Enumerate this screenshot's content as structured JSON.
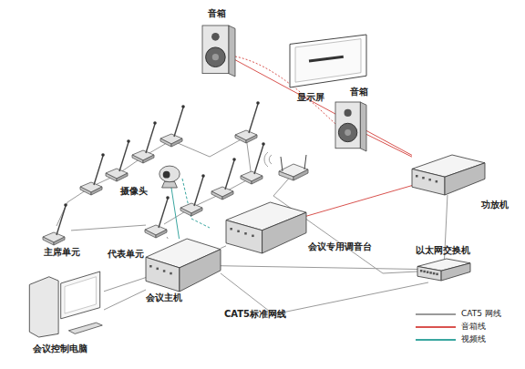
{
  "diagram": {
    "nodes": [
      {
        "text": [
          "音箱"
        ]
      },
      {
        "text": [
          "显示屏"
        ]
      },
      {
        "text": [
          "音箱"
        ]
      },
      {
        "text": [
          "功放机"
        ]
      },
      {
        "text": [
          "摄像头"
        ]
      },
      {
        "text": [
          "会议专用调音台"
        ]
      },
      {
        "text": [
          "以太网交换机"
        ]
      },
      {
        "text": [
          "主席单元"
        ]
      },
      {
        "text": [
          "代表单元"
        ]
      },
      {
        "text": [
          "会议主机"
        ]
      },
      {
        "text": [
          "会议控制电脑"
        ]
      }
    ],
    "edges": [
      {
        "from": 3,
        "to": 0,
        "arrow": "none"
      },
      {
        "from": 3,
        "to": 2,
        "arrow": "none"
      },
      {
        "from": 5,
        "to": 3,
        "arrow": "none"
      },
      {
        "from": 9,
        "to": 5,
        "arrow": "none"
      },
      {
        "from": 9,
        "to": 6,
        "arrow": "none"
      },
      {
        "from": 10,
        "to": 9,
        "arrow": "none"
      },
      {
        "from": 8,
        "to": 9,
        "arrow": "none"
      },
      {
        "from": 7,
        "to": 8,
        "arrow": "none"
      },
      {
        "from": 4,
        "to": 9,
        "arrow": "none"
      },
      {
        "from": 6,
        "to": 3,
        "arrow": "none"
      }
    ],
    "labels": [
      "CAT5标准网线"
    ],
    "legend": [
      {
        "text": "CAT5 网线",
        "color": "#9a9a9a"
      },
      {
        "text": "音箱线",
        "color": "#d9534f"
      },
      {
        "text": "视频线",
        "color": "#3aa6a0"
      }
    ]
  }
}
